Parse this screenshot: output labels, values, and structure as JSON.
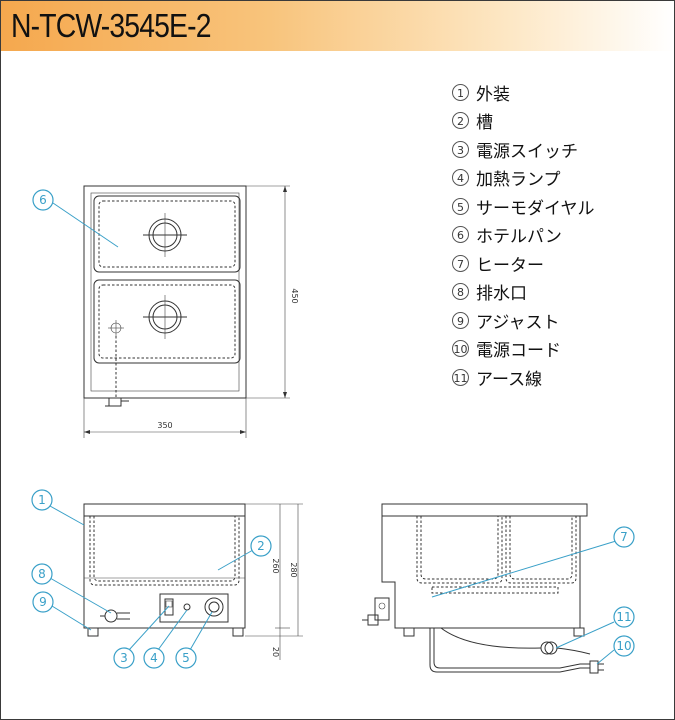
{
  "title": "N-TCW-3545E-2",
  "legend": [
    {
      "num": "1",
      "label": "外装"
    },
    {
      "num": "2",
      "label": "槽"
    },
    {
      "num": "3",
      "label": "電源スイッチ"
    },
    {
      "num": "4",
      "label": "加熱ランプ"
    },
    {
      "num": "5",
      "label": "サーモダイヤル"
    },
    {
      "num": "6",
      "label": "ホテルパン"
    },
    {
      "num": "7",
      "label": "ヒーター"
    },
    {
      "num": "8",
      "label": "排水口"
    },
    {
      "num": "9",
      "label": "アジャスト"
    },
    {
      "num": "10",
      "label": "電源コード"
    },
    {
      "num": "11",
      "label": "アース線"
    }
  ],
  "dimensions": {
    "top_height": "450",
    "top_width": "350",
    "front_inner_height": "260",
    "front_total_height": "280",
    "front_foot": "20"
  },
  "callouts": {
    "c1": "1",
    "c2": "2",
    "c3": "3",
    "c4": "4",
    "c5": "5",
    "c6": "6",
    "c7": "7",
    "c8": "8",
    "c9": "9",
    "c10": "10",
    "c11": "11"
  }
}
